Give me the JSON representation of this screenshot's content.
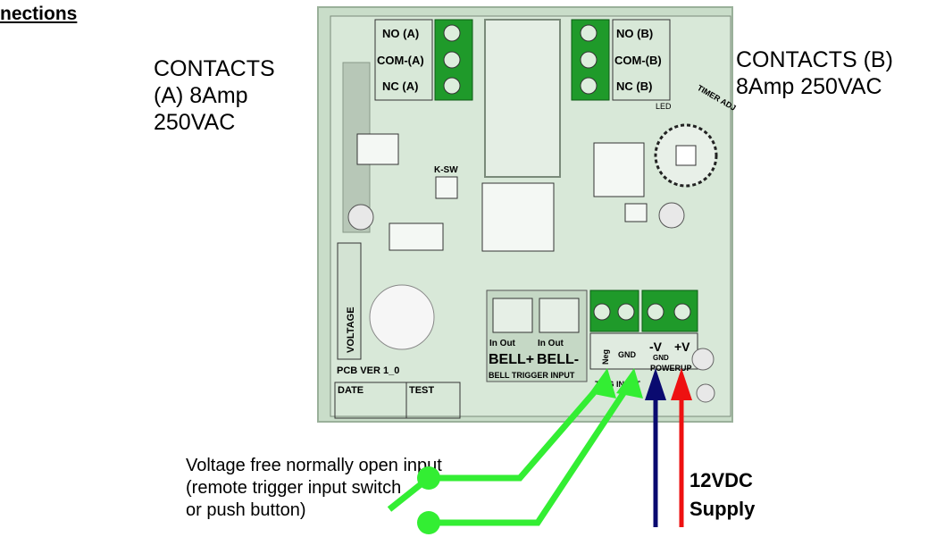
{
  "heading": "nections",
  "contacts_a": "CONTACTS\n(A) 8Amp\n250VAC",
  "contacts_b": "CONTACTS (B)\n8Amp 250VAC",
  "input_note": "Voltage free normally open input\n(remote trigger input switch\nor push button)",
  "supply": "12VDC\nSupply",
  "board": {
    "terminal_a": [
      "NO (A)",
      "COM-(A)",
      "NC (A)"
    ],
    "terminal_b": [
      "NO (B)",
      "COM-(B)",
      "NC (B)"
    ],
    "timer_label": "TIMER ADJ",
    "ksw": "K-SW",
    "led_label": "LED",
    "voltage": "VOLTAGE",
    "pcb_version": "PCB VER 1_0",
    "date": "DATE",
    "test": "TEST",
    "bell_plus": "BELL+",
    "bell_minus": "BELL-",
    "in_out_1": "In   Out",
    "in_out_2": "In   Out",
    "bell_trigger": "BELL TRIGGER INPUT",
    "neg": "Neg",
    "gnd": "GND",
    "minus_v": "-V",
    "plus_v": "+V",
    "gnd_small": "GND",
    "power_up": "POWERUP",
    "trig_input": "TRIG INPUT"
  },
  "colors": {
    "green_wire": "#33ee33",
    "blue_wire": "#0a0a70",
    "red_wire": "#ee1111",
    "board": "#cfe2cf",
    "terminal": "#1f9a2a"
  }
}
